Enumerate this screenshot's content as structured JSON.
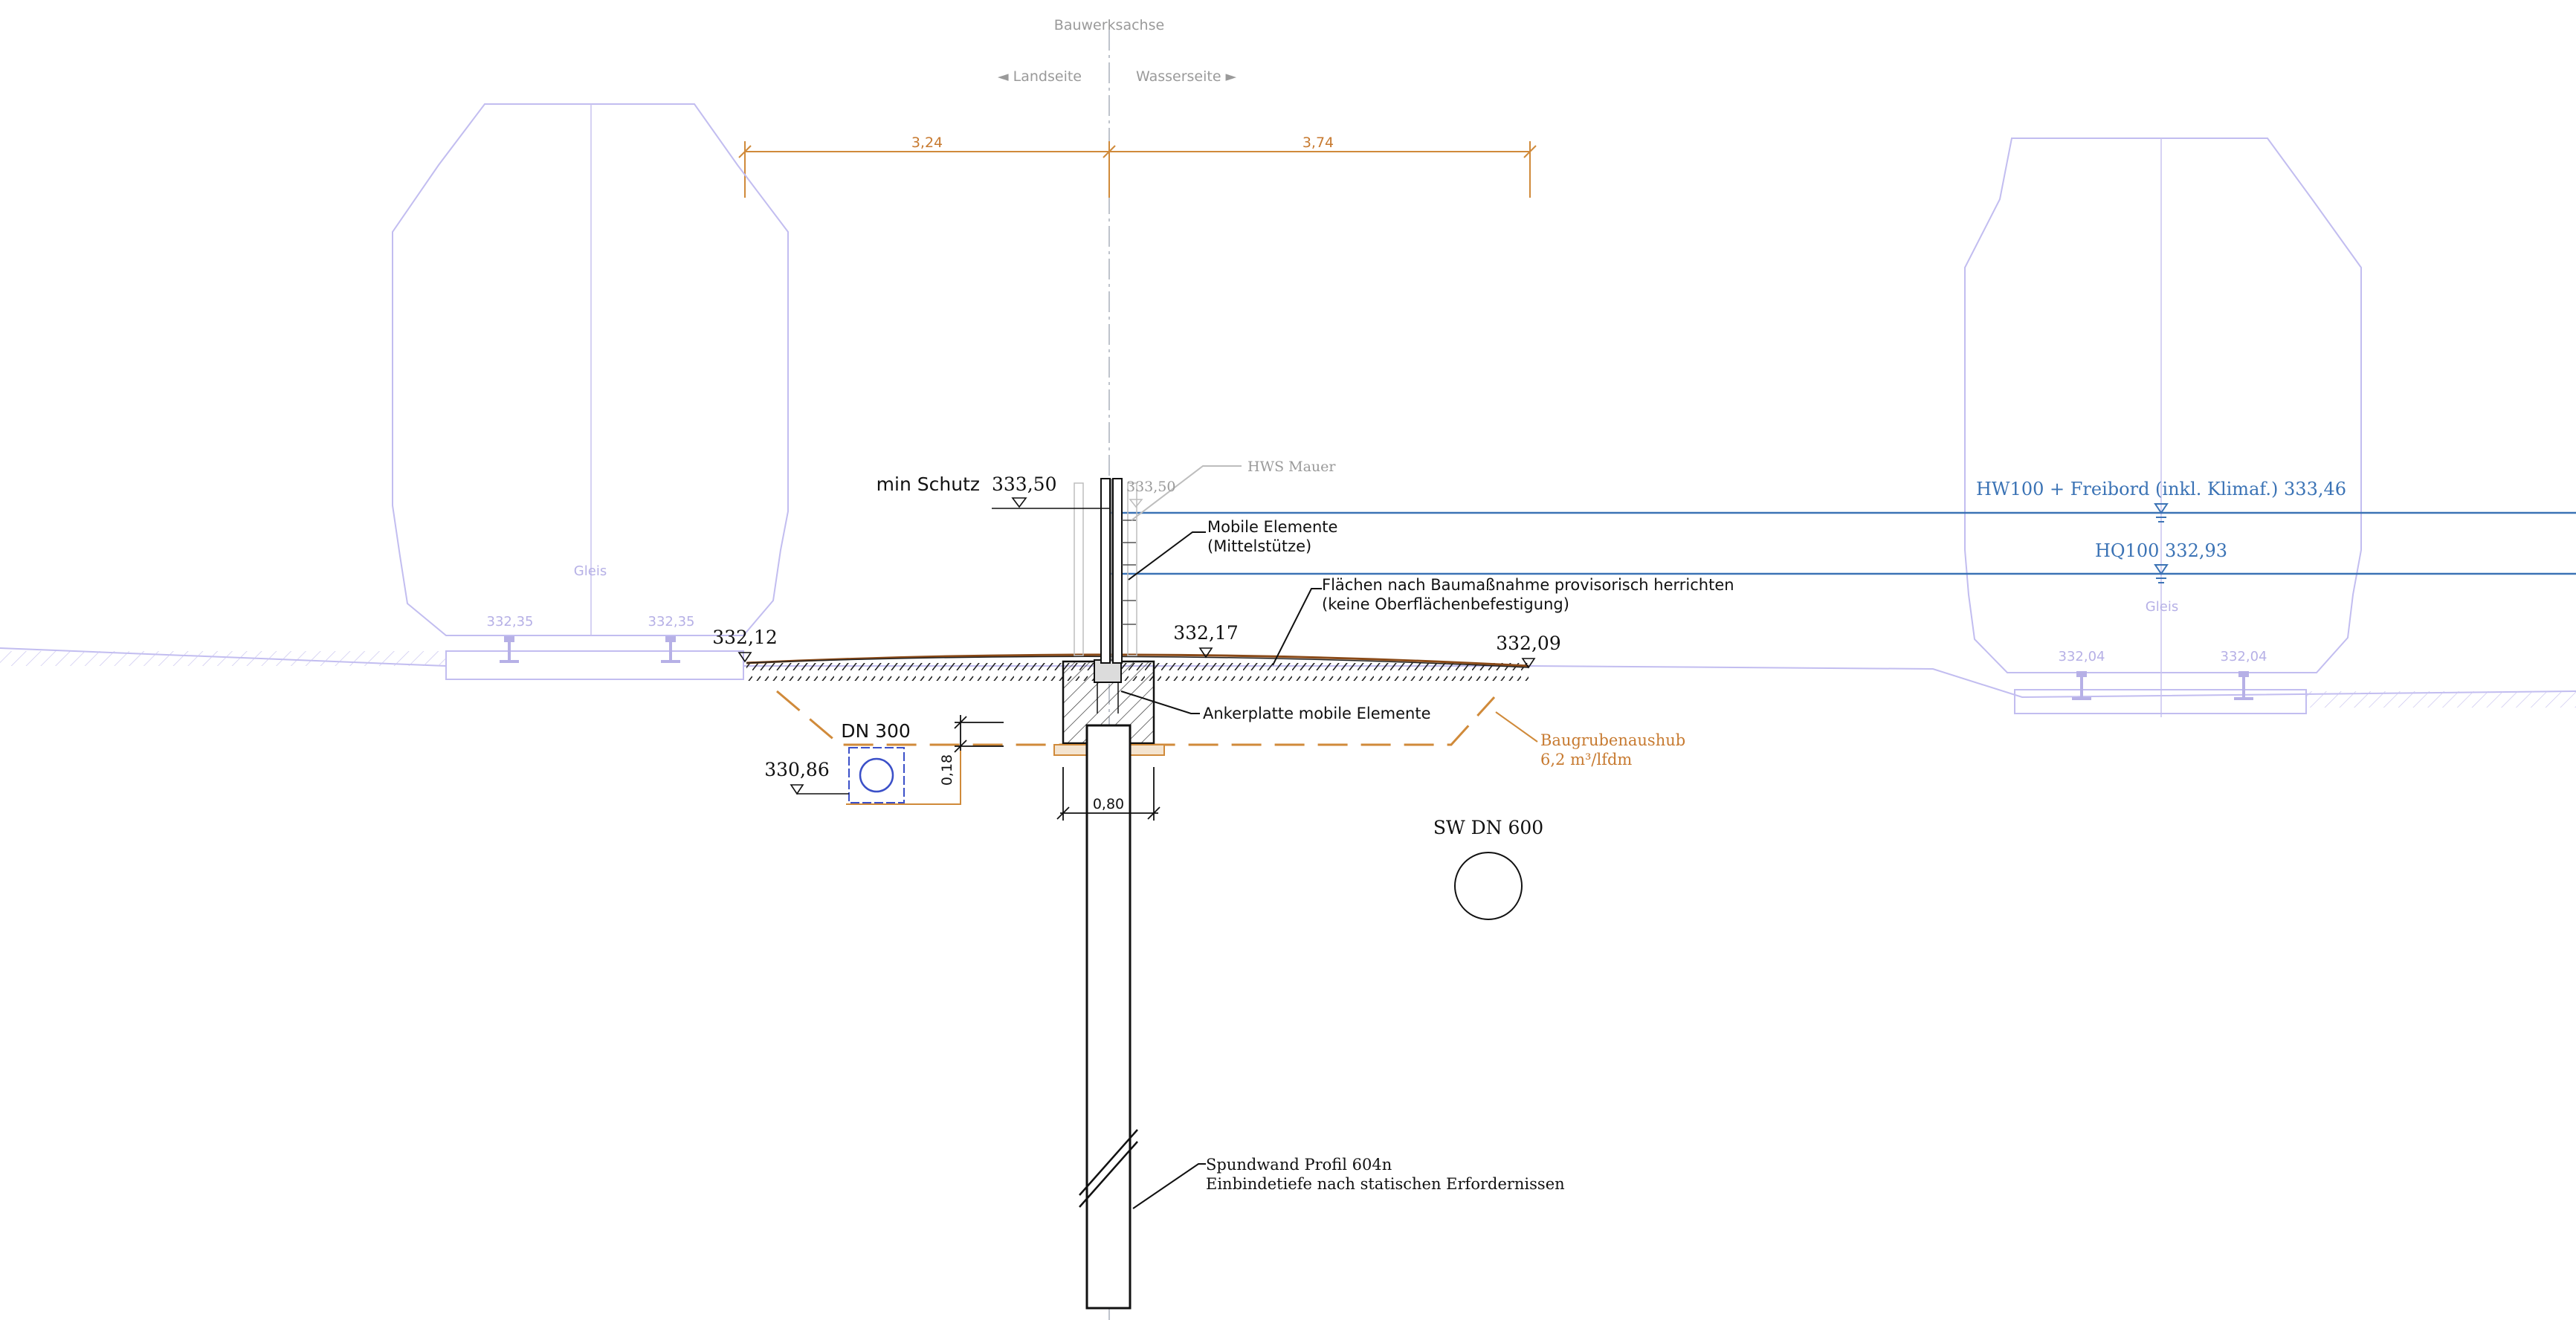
{
  "axis": {
    "label": "Bauwerksachse",
    "landside": "◄ Landseite",
    "waterside": "Wasserseite ►"
  },
  "dims": {
    "left": "3,24",
    "right": "3,74",
    "width": "0,80",
    "height": "0,18"
  },
  "levels": {
    "min_schutz_label": "min Schutz",
    "min_schutz_value": "333,50",
    "wall_top": "333,50",
    "left_ground": "332,12",
    "center_ground": "332,17",
    "right_ground": "332,09",
    "pipe_invert": "330,86"
  },
  "hws": {
    "label": "HWS Mauer"
  },
  "water": {
    "hw100": "HW100 + Freibord (inkl. Klimaf.) 333,46",
    "hq100": "HQ100 332,93"
  },
  "track_left": {
    "label": "Gleis",
    "rail1": "332,35",
    "rail2": "332,35"
  },
  "track_right": {
    "label": "Gleis",
    "rail1": "332,04",
    "rail2": "332,04"
  },
  "annotations": {
    "mobile_l1": "Mobile Elemente",
    "mobile_l2": "(Mittelstütze)",
    "surface_l1": "Flächen nach Baumaßnahme provisorisch herrichten",
    "surface_l2": "(keine Oberflächenbefestigung)",
    "anchor": "Ankerplatte mobile Elemente",
    "excavation_l1": "Baugrubenaushub",
    "excavation_l2": "6,2 m³/lfdm",
    "sheetpile_l1": "Spundwand Profil 604n",
    "sheetpile_l2": "Einbindetiefe nach statischen Erfordernissen"
  },
  "pipes": {
    "dn300": "DN 300",
    "sw600": "SW DN 600"
  },
  "colors": {
    "dimension": "#c77a30",
    "water": "#3b73b5",
    "track": "#c2bdf0",
    "ink": "#111111"
  }
}
